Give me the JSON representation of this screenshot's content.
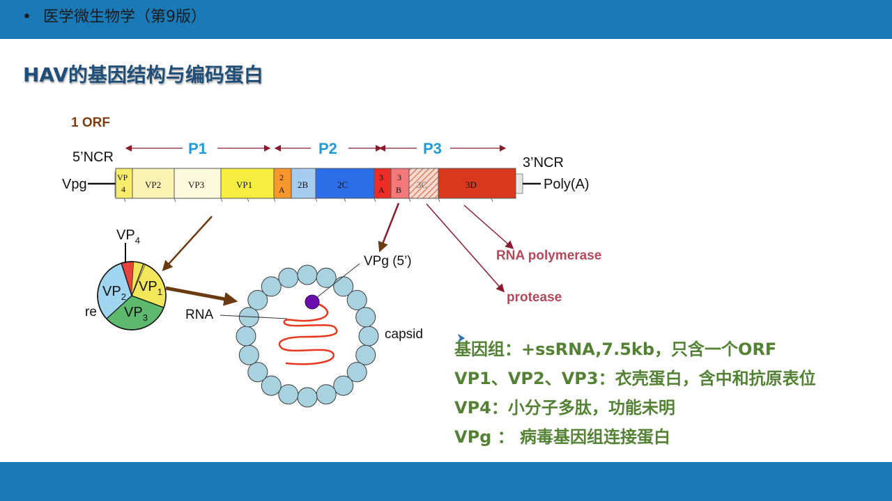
{
  "header": {
    "bullet": "•",
    "text": "医学微生物学（第9版）"
  },
  "title": "HAV的基因结构与编码蛋白",
  "diagram": {
    "orf_label": "1 ORF",
    "ncr5": "5’NCR",
    "ncr3": "3’NCR",
    "vpg": "Vpg",
    "polya": "Poly(A)",
    "regions": [
      "P1",
      "P2",
      "P3"
    ],
    "genes": {
      "vp4_a": "VP",
      "vp4_b": "4",
      "vp2": "VP2",
      "vp3": "VP3",
      "vp1": "VP1",
      "a2_a": "2",
      "a2_b": "A",
      "b2": "2B",
      "c2": "2C",
      "a3_a": "3",
      "a3_b": "A",
      "b3_a": "3",
      "b3_b": "B",
      "c3": "3C",
      "d3": "3D"
    },
    "pie": {
      "vp4_label": "VP",
      "vp4_sub": "4",
      "vp1_label": "VP",
      "vp1_sub": "1",
      "vp2_label": "VP",
      "vp2_sub": "2",
      "vp3_label": "VP",
      "vp3_sub": "3",
      "partial": "re"
    },
    "vpg5": "VPg (5’)",
    "rna": "RNA",
    "capsid": "capsid",
    "rna_polymerase": "RNA polymerase",
    "protease": "protease"
  },
  "bullets": [
    "基因组：+ssRNA,7.5kb，只含一个ORF",
    "VP1、VP2、VP3：衣壳蛋白，含中和抗原表位",
    "VP4：小分子多肽，功能未明",
    "VPg ： 病毒基因组连接蛋白"
  ],
  "colors": {
    "bar": "#1a7ab8",
    "title": "#1f4e79",
    "bullet_text": "#548235",
    "region_label": "#1f9bd8",
    "annotation": "#b5475a"
  }
}
